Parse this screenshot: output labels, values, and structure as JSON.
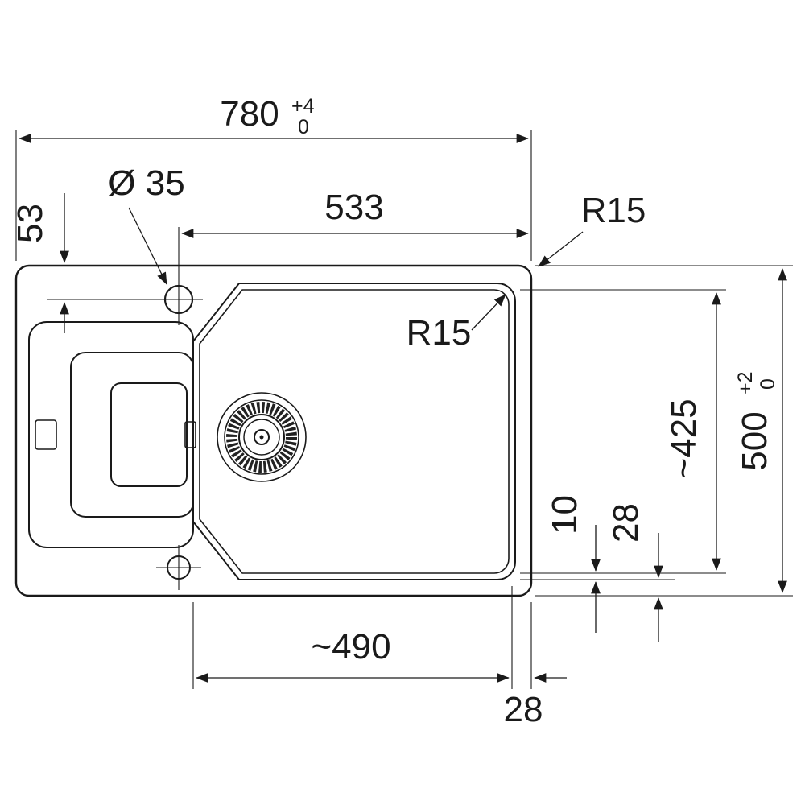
{
  "drawing": {
    "background": "#ffffff",
    "line_color": "#1a1a1a",
    "subject": "sink-top-view-dimension-drawing",
    "dims": {
      "width_780": "780",
      "width_780_tol_up": "+4",
      "width_780_tol_low": "0",
      "taphole_dia": "Ø 35",
      "taphole_offset_53": "53",
      "bowl_width_533": "533",
      "radius_outer": "R15",
      "radius_inner": "R15",
      "bowl_length_425": "~425",
      "depth_500": "500",
      "depth_500_tol_up": "+2",
      "depth_500_tol_low": "0",
      "gap_10": "10",
      "offset_28_right": "28",
      "bowl_bottom_490": "~490",
      "offset_28_bottom": "28"
    }
  }
}
